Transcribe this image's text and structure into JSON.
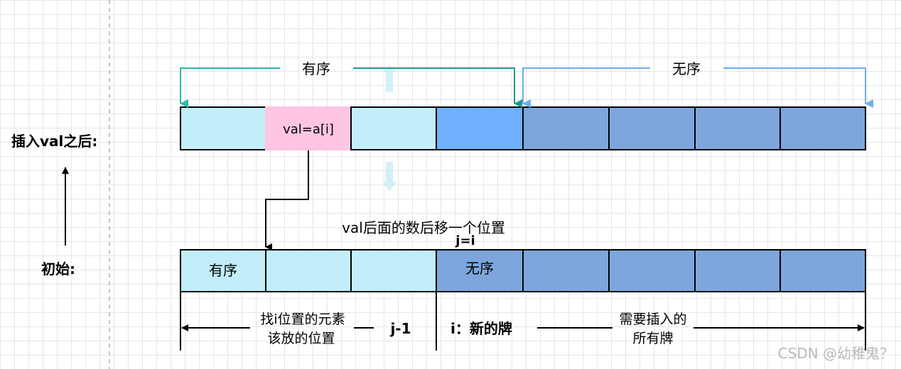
{
  "left_labels": {
    "after": "插入val之后:",
    "initial": "初始:"
  },
  "top_row": {
    "range_sorted": "有序",
    "range_unsorted": "无序",
    "val_cell": "val=a[i]"
  },
  "middle": {
    "shift_note": "val后面的数后移一个位置",
    "j_eq_i": "j=i"
  },
  "bottom_row": {
    "cell_sorted": "有序",
    "cell_unsorted": "无序"
  },
  "bottom_labels": {
    "find_line1": "找i位置的元素",
    "find_line2": "该放的位置",
    "j_minus_1": "j-1",
    "i_new_card": "i：新的牌",
    "need_insert_line1": "需要插入的",
    "need_insert_line2": "所有牌"
  },
  "watermark": "CSDN @幼稚鬼？",
  "colors": {
    "sorted_fill": "#c2eefa",
    "val_fill": "#ffc5e2",
    "current_fill": "#6fb0ff",
    "unsorted_fill": "#7ea6dc",
    "sorted_arrow": "#2bbbad",
    "sorted_arrow_dark": "#1e9b8c",
    "unsorted_arrow": "#6aaef0"
  }
}
